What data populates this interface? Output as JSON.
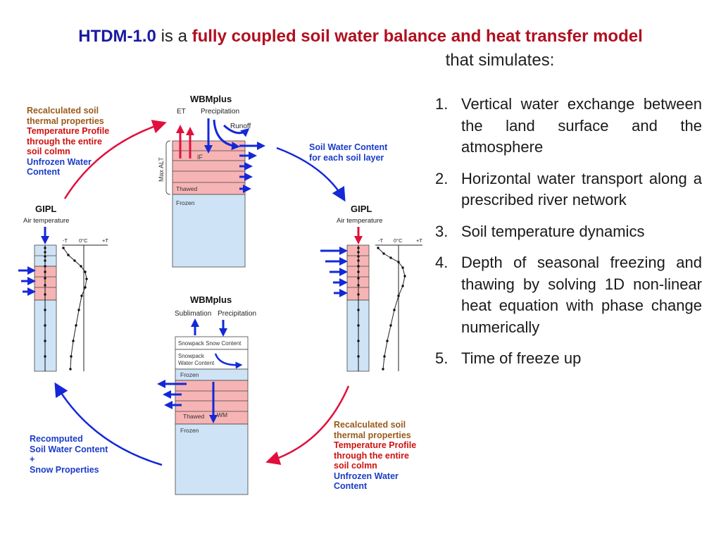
{
  "title": {
    "model": "HTDM-1.0",
    "is_a": " is a ",
    "desc": "fully coupled soil water balance and heat transfer model",
    "line2": "that simulates:"
  },
  "list": [
    {
      "num": "1.",
      "text": "Vertical water exchange between the land surface and the atmosphere"
    },
    {
      "num": "2.",
      "text": "Horizontal water transport along a prescribed river network"
    },
    {
      "num": "3.",
      "text": "Soil temperature dynamics"
    },
    {
      "num": "4.",
      "text": "Depth of seasonal freezing and thawing by solving 1D non-linear heat equation with phase change numerically"
    },
    {
      "num": "5.",
      "text": "Time of freeze up"
    }
  ],
  "diagram": {
    "wbm_top": {
      "title": "WBMplus",
      "et": "ET",
      "precip": "Precipitation",
      "runoff": "Runoff",
      "if": "IF",
      "maxalt": "Max ALT",
      "thawed": "Thawed",
      "frozen": "Frozen"
    },
    "wbm_bottom": {
      "title": "WBMplus",
      "sublimation": "Sublimation",
      "precip": "Precipitation",
      "snow": "Snowpack Snow Content",
      "snowwater1": "Snowpack",
      "snowwater2": "Water Content",
      "frozen_top": "Frozen",
      "thawed": "Thawed",
      "wm": "WM",
      "frozen": "Frozen"
    },
    "gipl_left": {
      "title": "GIPL",
      "air": "Air temperature",
      "neg": "-T",
      "zero": "0°C",
      "pos": "+T"
    },
    "gipl_right": {
      "title": "GIPL",
      "air": "Air temperature",
      "neg": "-T",
      "zero": "0°C",
      "pos": "+T"
    },
    "top_left_label": {
      "l1": "Recalculated soil",
      "l2": "thermal properties",
      "l3": "Temperature Profile",
      "l4": "through the entire",
      "l5": "soil colmn",
      "l6": "Unfrozen Water",
      "l7": "Content"
    },
    "top_right_label": {
      "l1": "Soil Water Content",
      "l2": "for each soil layer"
    },
    "bottom_left_label": {
      "l1": "Recomputed",
      "l2": "Soil Water Content",
      "l3": "+",
      "l4": "Snow Properties"
    },
    "bottom_right_label": {
      "l1": "Recalculated soil",
      "l2": "thermal properties",
      "l3": "Temperature Profile",
      "l4": "through the entire",
      "l5": "soil colmn",
      "l6": "Unfrozen Water",
      "l7": "Content"
    }
  },
  "colors": {
    "thawed": "#f7b4b4",
    "frozen": "#cfe3f6",
    "blue_arrow": "#1428d8",
    "red_arrow": "#e0103c"
  }
}
